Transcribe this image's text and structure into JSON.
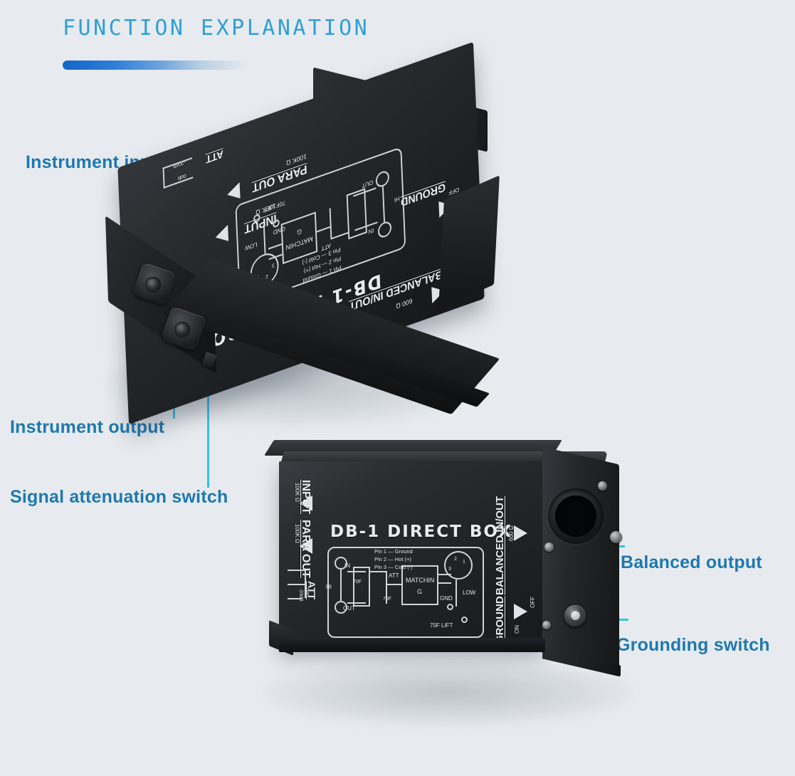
{
  "header": {
    "title": "FUNCTION EXPLANATION"
  },
  "theme": {
    "background": "#e7ebef",
    "title_color": "#2f9fd4",
    "label_color": "#1f78ad",
    "leader_color": "#35c2e3",
    "rule_gradient_start": "#1466c9",
    "rule_gradient_end": "#e7ebef",
    "device_body": "#26292c",
    "silkscreen": "#e9ecef"
  },
  "callouts": [
    {
      "id": "instrument-input",
      "label": "Instrument input"
    },
    {
      "id": "instrument-output",
      "label": "Instrument output"
    },
    {
      "id": "signal-attenuation-switch",
      "label": "Signal attenuation switch"
    },
    {
      "id": "balanced-output",
      "label": "Balanced output"
    },
    {
      "id": "grounding-switch",
      "label": "Grounding switch"
    }
  ],
  "product": {
    "model": "DB-1",
    "type": "DIRECT BOX",
    "title_silkscreen": "DB-1  DIRECT BOX",
    "ports": {
      "input": {
        "label": "INPUT",
        "impedance": "100K Ω"
      },
      "para_out": {
        "label": "PARA OUT",
        "impedance": "100K Ω"
      },
      "balanced_io": {
        "label": "BALANCED IN/OUT",
        "impedance": "600 Ω"
      },
      "ground": {
        "label": "GROUND",
        "positions": [
          "ON",
          "OFF"
        ]
      },
      "att": {
        "label": "ATT",
        "positions": [
          "0dB",
          "-20dB"
        ]
      }
    },
    "schematic": {
      "pinout": [
        "Pin 1 — Ground",
        "Pin 2 — Hot (+)",
        "Pin 3 — Cold (-)"
      ],
      "block_label_line1": "MATCHIN",
      "block_label_line2": "G",
      "node_labels": [
        "HI",
        "IN",
        "OUT",
        "ATT",
        "70F",
        "LOW",
        "GND",
        "LIFT"
      ],
      "xlr_pin_numbers": [
        "1",
        "2",
        "3"
      ],
      "ground_lift_label": "70F LIFT"
    }
  }
}
